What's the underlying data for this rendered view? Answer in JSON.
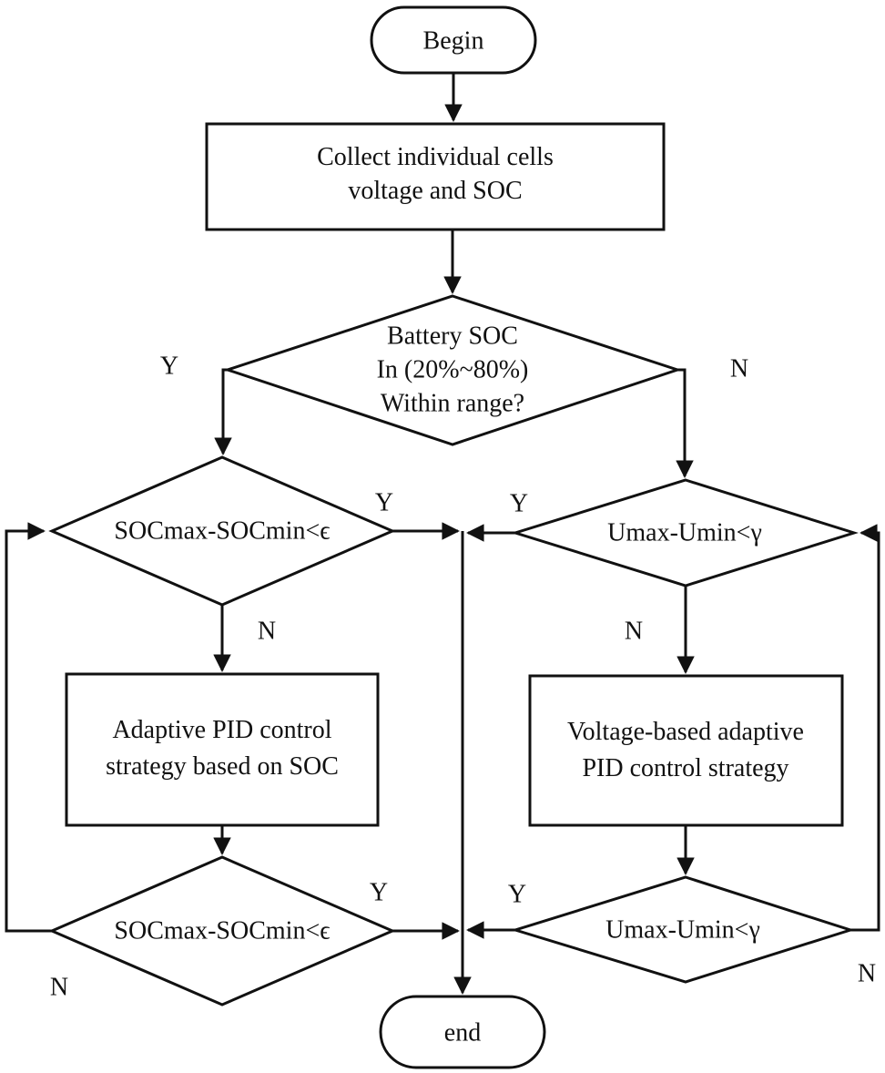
{
  "colors": {
    "ink": "#111111",
    "background": "#ffffff"
  },
  "labels": {
    "yes": "Y",
    "no": "N"
  },
  "nodes": {
    "begin": "Begin",
    "collect": {
      "line1": "Collect individual cells",
      "line2": "voltage and SOC"
    },
    "soc_range_check": {
      "line1": "Battery SOC",
      "line2": "In (20%~80%)",
      "line3": "Within range?"
    },
    "soc_gap_check_upper": "SOCmax-SOCmin<ϵ",
    "voltage_gap_check_upper": "Umax-Umin<γ",
    "soc_pid": {
      "line1": "Adaptive PID control",
      "line2": "strategy based on SOC"
    },
    "voltage_pid": {
      "line1": "Voltage-based adaptive",
      "line2": "PID control strategy"
    },
    "soc_gap_check_lower": "SOCmax-SOCmin<ϵ",
    "voltage_gap_check_lower": "Umax-Umin<γ",
    "end": "end"
  }
}
